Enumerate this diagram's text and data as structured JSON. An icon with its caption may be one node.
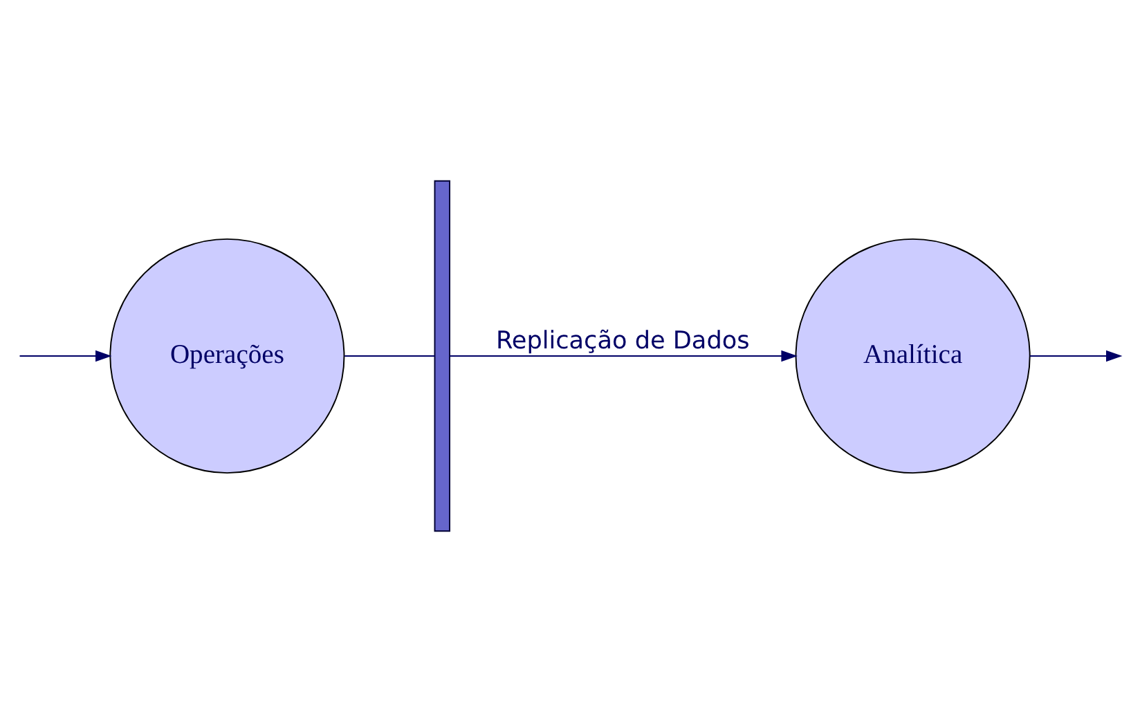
{
  "diagram": {
    "nodes": [
      {
        "text": [
          "Operações"
        ]
      },
      {
        "text": [],
        "shape": "bar"
      },
      {
        "text": [
          "Analítica"
        ]
      }
    ],
    "edges": [
      {
        "from": null,
        "to": 0,
        "arrow": "to"
      },
      {
        "from": 0,
        "to": 1,
        "arrow": "none"
      },
      {
        "from": 1,
        "to": 2,
        "arrow": "to",
        "label": "Replicação de Dados"
      },
      {
        "from": 2,
        "to": null,
        "arrow": "to"
      }
    ]
  }
}
